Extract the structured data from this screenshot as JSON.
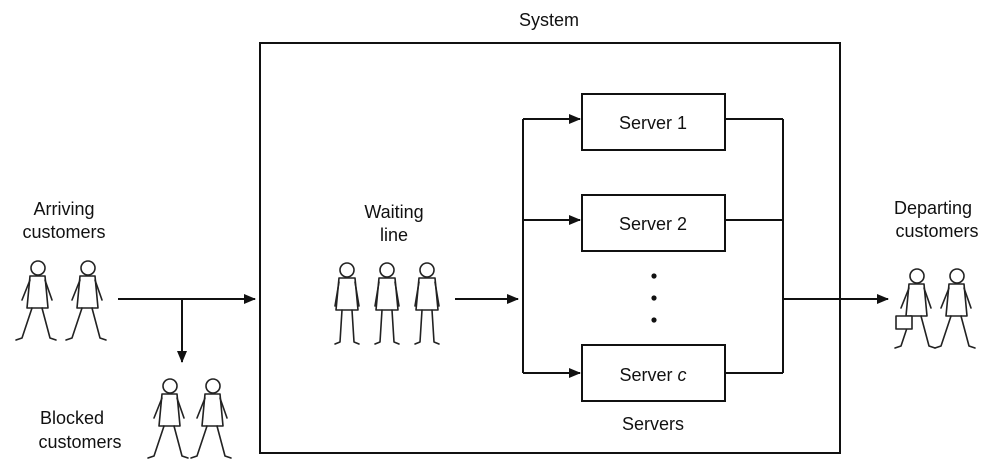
{
  "system_label": "System",
  "arriving": {
    "line1": "Arriving",
    "line2": "customers"
  },
  "waiting": {
    "line1": "Waiting",
    "line2": "line"
  },
  "departing": {
    "line1": "Departing",
    "line2": "customers"
  },
  "blocked": {
    "line1": "Blocked",
    "line2": "customers"
  },
  "servers": [
    {
      "label_prefix": "Server ",
      "label_id": "1"
    },
    {
      "label_prefix": "Server ",
      "label_id": "2"
    },
    {
      "label_prefix": "Server ",
      "label_id": "c"
    }
  ],
  "servers_label": "Servers",
  "ellipsis": "⋮",
  "icons": [
    "person-figure-icon",
    "arrowhead-icon"
  ]
}
